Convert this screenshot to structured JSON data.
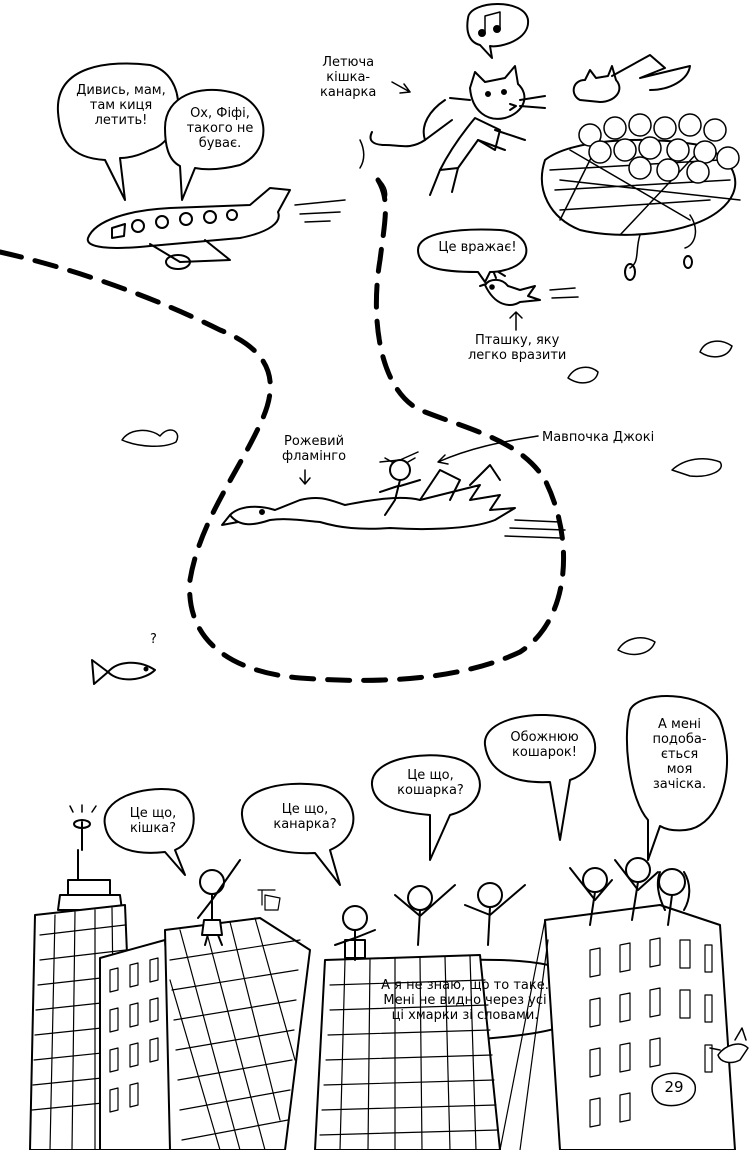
{
  "page": {
    "page_number": "29",
    "bubbles": {
      "look_mom": "Дивись, мам,\nтам киця\nлетить!",
      "oh_fifi": "Ох, Фіфі,\nтакого не\nбуває.",
      "impressive": "Це вражає!",
      "cat_q": "Це що,\nкішка?",
      "canary_q": "Це що,\nканарка?",
      "catcanary_q": "Це що,\nкошарка?",
      "love": "Обожнюю\nкошарок!",
      "hair": "А мені\nподоба-\nється\nмоя\nзачіска.",
      "dont_know": "А я не знаю, що то таке.\nМені не видно через усі\nці хмарки зі словами."
    },
    "labels": {
      "flying_cat": "Летюча\nкішка-\nканарка",
      "bird": "Пташку, яку\nлегко вразити",
      "flamingo": "Рожевий\nфламінго",
      "monkey": "Мавпочка Джокі"
    },
    "fish_question": "?",
    "colors": {
      "ink": "#000000",
      "paper": "#ffffff"
    }
  }
}
